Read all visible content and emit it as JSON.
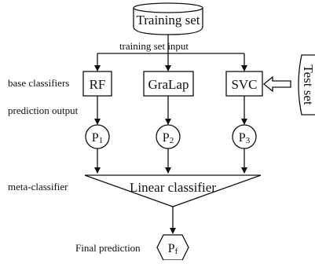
{
  "nodes": {
    "training_set": "Training set",
    "rf": "RF",
    "gralap": "GraLap",
    "svc": "SVC",
    "test_set": "Test set",
    "linear_classifier": "Linear classifier"
  },
  "predictions": {
    "p1_main": "P",
    "p1_sub": "1",
    "p2_main": "P",
    "p2_sub": "2",
    "p3_main": "P",
    "p3_sub": "3",
    "pf_main": "P",
    "pf_sub": "f"
  },
  "labels": {
    "training_set_input": "training set input",
    "base_classifiers": "base classifiers",
    "prediction_output": "prediction output",
    "meta_classifier": "meta-classifier",
    "final_prediction": "Final prediction"
  }
}
